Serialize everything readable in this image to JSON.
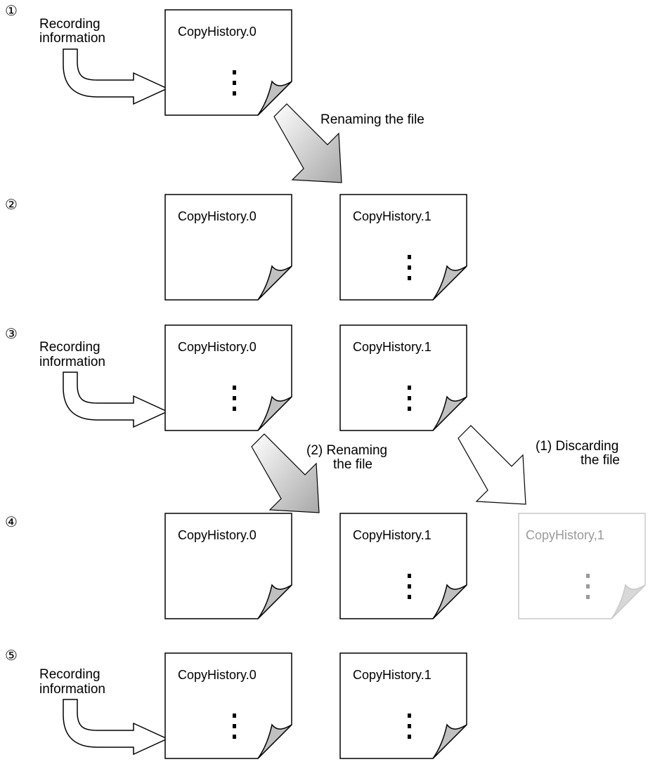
{
  "steps": [
    "①",
    "②",
    "③",
    "④",
    "⑤"
  ],
  "labels": {
    "recording": [
      "Recording",
      "information"
    ],
    "renaming_the_file": "Renaming the file",
    "renaming_2": [
      "(2) Renaming",
      "the file"
    ],
    "discarding_1": [
      "(1) Discarding",
      "the file"
    ]
  },
  "files": {
    "history0": "CopyHistory.0",
    "history1": "CopyHistory.1",
    "history1_discarded": "CopyHistory,1"
  },
  "colors": {
    "stroke": "#000000",
    "fold": "#c0c0c0",
    "discarded_stroke": "#c8c8c8",
    "discarded_text": "#9a9a9a",
    "arrow_gradient_light": "#ffffff",
    "arrow_gradient_dark": "#a8a8a8"
  }
}
